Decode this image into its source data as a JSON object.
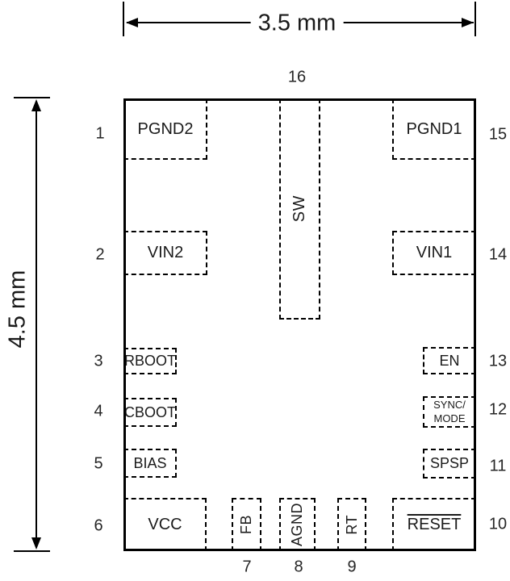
{
  "diagram": {
    "type": "ic-package-pinout",
    "width_dimension": "3.5 mm",
    "height_dimension": "4.5 mm",
    "pin_count": 16
  },
  "pads": {
    "pgnd2": {
      "label": "PGND2",
      "pin": "1"
    },
    "vin2": {
      "label": "VIN2",
      "pin": "2"
    },
    "rboot": {
      "label": "RBOOT",
      "pin": "3"
    },
    "cboot": {
      "label": "CBOOT",
      "pin": "4"
    },
    "bias": {
      "label": "BIAS",
      "pin": "5"
    },
    "vcc": {
      "label": "VCC",
      "pin": "6"
    },
    "fb": {
      "label": "FB",
      "pin": "7"
    },
    "agnd": {
      "label": "AGND",
      "pin": "8"
    },
    "rt": {
      "label": "RT",
      "pin": "9"
    },
    "reset": {
      "label": "RESET",
      "pin": "10",
      "overline": true
    },
    "spsp": {
      "label": "SPSP",
      "pin": "11"
    },
    "sync_mode": {
      "label_line1": "SYNC/",
      "label_line2": "MODE",
      "pin": "12"
    },
    "en": {
      "label": "EN",
      "pin": "13"
    },
    "vin1": {
      "label": "VIN1",
      "pin": "14"
    },
    "pgnd1": {
      "label": "PGND1",
      "pin": "15"
    },
    "sw": {
      "label": "SW",
      "pin": "16"
    }
  },
  "colors": {
    "line": "#000000",
    "background": "#ffffff",
    "text": "#1a1a1a"
  }
}
